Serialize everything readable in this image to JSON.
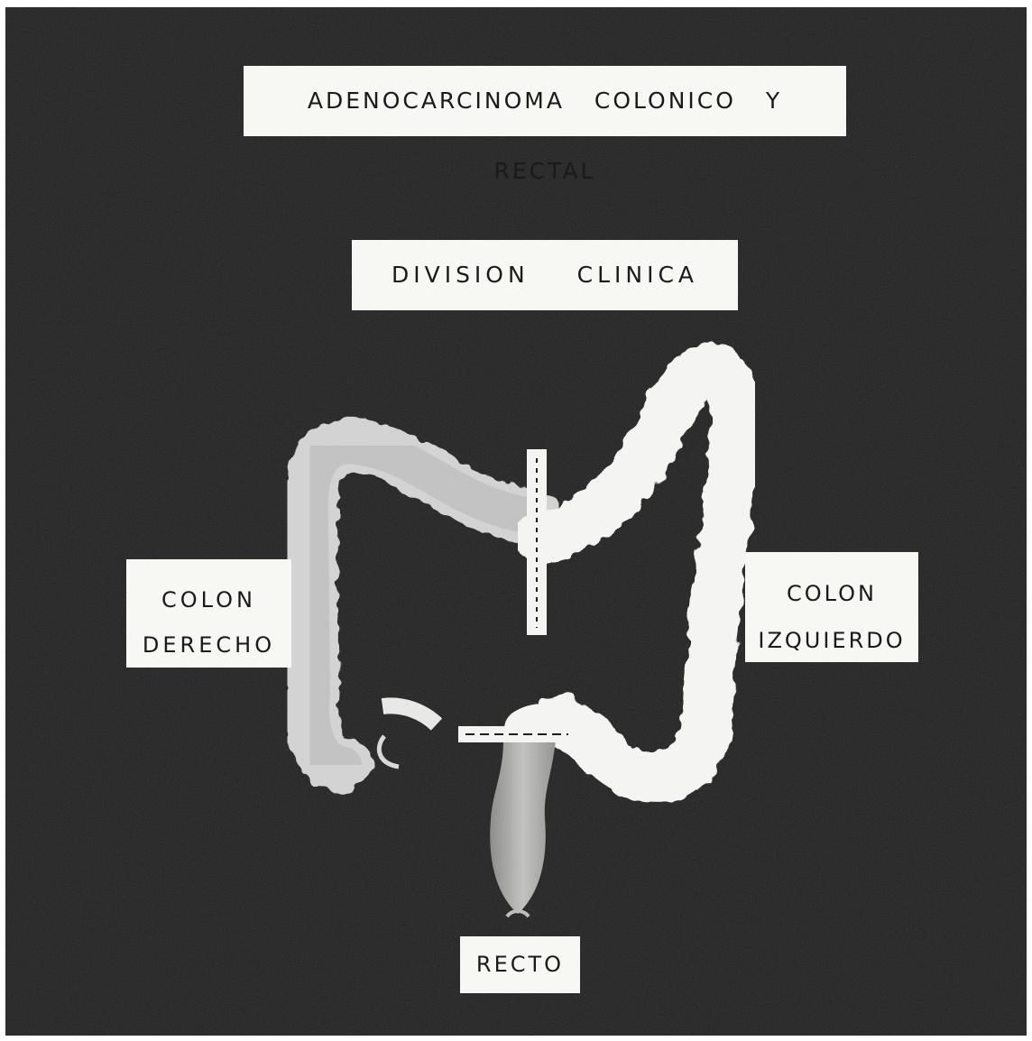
{
  "title": "ADENOCARCINOMA COLONICO Y RECTAL",
  "subtitle": "DIVISION CLINICA",
  "labels": {
    "right_colon": [
      "COLON",
      "DERECHO"
    ],
    "left_colon": [
      "COLON",
      "IZQUIERDO"
    ],
    "rectum": "RECTO"
  },
  "colors": {
    "background": "#1e1e1e",
    "label_fill": "#f7f7f4",
    "right_colon_fill": "#d6d6d6",
    "left_colon_fill": "#f4f4f2",
    "rectum_fill": "#c9c9c7",
    "divider": "#f4f4f2"
  }
}
